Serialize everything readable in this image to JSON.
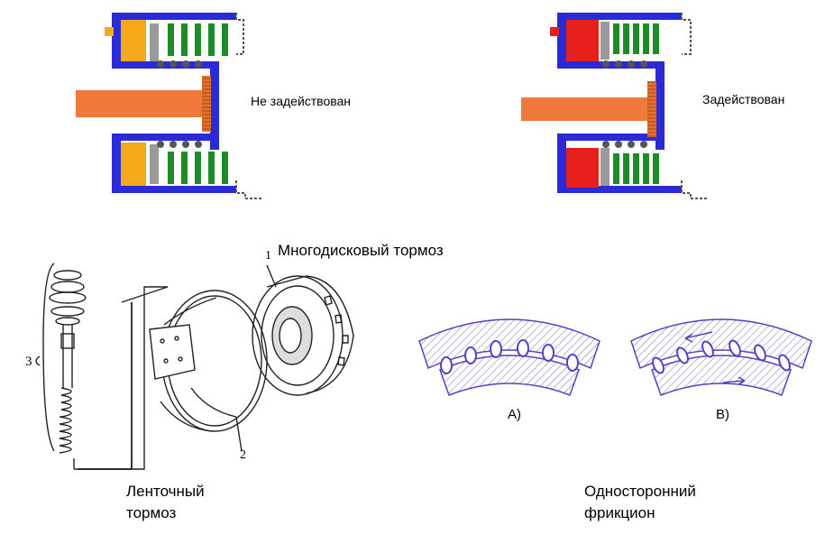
{
  "clutch_diagram": {
    "left_state": "Не задействован",
    "right_state": "Задействован",
    "colors": {
      "housing": "#2b2bd6",
      "piston_released": "#f5a81a",
      "piston_applied": "#e8201c",
      "shaft": "#f07a3a",
      "friction_disc": "#1e8a28",
      "steel_plate": "#9a9a9a"
    }
  },
  "multidisc_brake": {
    "title": "Многодисковый тормоз",
    "callout": "1"
  },
  "band_brake": {
    "title_line1": "Ленточный",
    "title_line2": "тормоз",
    "callout_band": "2",
    "callout_servo": "3"
  },
  "one_way_clutch": {
    "title_line1": "Односторонний",
    "title_line2": "фрикцион",
    "label_a": "A)",
    "label_b": "B)",
    "color": "#5a3fc0"
  }
}
